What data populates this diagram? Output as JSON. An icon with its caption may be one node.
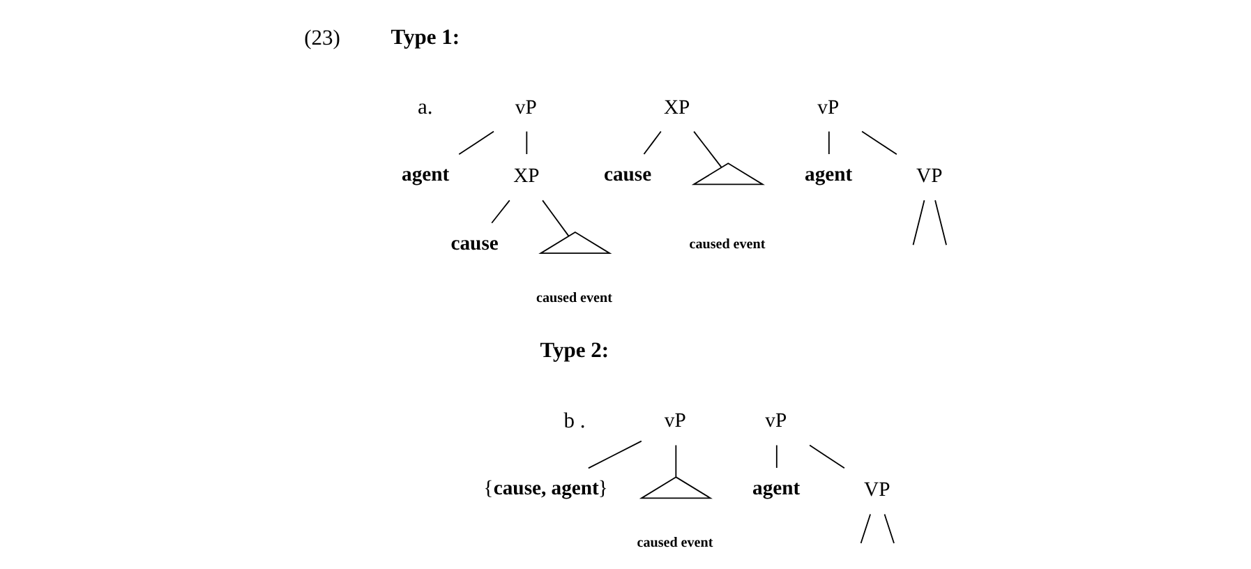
{
  "diagram": {
    "nodes": [
      {
        "text": [
          "vP"
        ]
      },
      {
        "text": [
          "agent"
        ]
      },
      {
        "text": [
          "XP"
        ]
      },
      {
        "text": [
          "cause"
        ]
      },
      {
        "text": [],
        "shape": "triangle",
        "beside": [
          "caused event"
        ]
      },
      {
        "text": [
          "XP"
        ]
      },
      {
        "text": [
          "cause"
        ]
      },
      {
        "text": [],
        "shape": "triangle",
        "beside": [
          "caused event"
        ]
      },
      {
        "text": [
          "vP"
        ]
      },
      {
        "text": [
          "agent"
        ]
      },
      {
        "text": [
          "VP"
        ]
      },
      {
        "text": [
          "vP"
        ]
      },
      {
        "text": [
          "{**cause, agent**}"
        ]
      },
      {
        "text": [],
        "shape": "triangle",
        "beside": [
          "caused event"
        ]
      },
      {
        "text": [
          "vP"
        ]
      },
      {
        "text": [
          "agent"
        ]
      },
      {
        "text": [
          "VP"
        ]
      }
    ],
    "edges": [
      {
        "from": 0,
        "to": 1,
        "arrow": "none"
      },
      {
        "from": 0,
        "to": 2,
        "arrow": "none"
      },
      {
        "from": 2,
        "to": 3,
        "arrow": "none"
      },
      {
        "from": 2,
        "to": 4,
        "arrow": "none"
      },
      {
        "from": 5,
        "to": 6,
        "arrow": "none"
      },
      {
        "from": 5,
        "to": 7,
        "arrow": "none"
      },
      {
        "from": 8,
        "to": 9,
        "arrow": "none"
      },
      {
        "from": 8,
        "to": 10,
        "arrow": "none"
      },
      {
        "from": 10,
        "to": null,
        "arrow": "none"
      },
      {
        "from": 10,
        "to": null,
        "arrow": "none"
      },
      {
        "from": 11,
        "to": 12,
        "arrow": "none"
      },
      {
        "from": 11,
        "to": 13,
        "arrow": "none"
      },
      {
        "from": 14,
        "to": 15,
        "arrow": "none"
      },
      {
        "from": 14,
        "to": 16,
        "arrow": "none"
      },
      {
        "from": 16,
        "to": null,
        "arrow": "none"
      },
      {
        "from": 16,
        "to": null,
        "arrow": "none"
      }
    ],
    "labels": [
      "(23)",
      "Type 1:",
      "a.",
      "Type 2:",
      "b ."
    ]
  }
}
